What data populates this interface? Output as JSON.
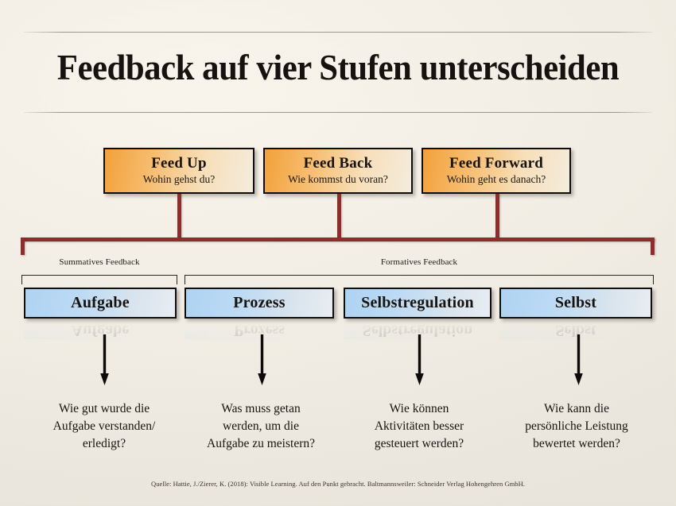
{
  "title": "Feedback auf vier Stufen unterscheiden",
  "colors": {
    "background": "#f4f0e7",
    "connector_red": "#8e2d2c",
    "orange_start": "#f2a13a",
    "orange_end": "#f4ecdd",
    "blue_start": "#aed3f2",
    "blue_end": "#e8edf2",
    "border_black": "#110f0d",
    "rule_gray": "#8c8880"
  },
  "top_boxes": [
    {
      "title": "Feed Up",
      "subtitle": "Wohin gehst du?"
    },
    {
      "title": "Feed Back",
      "subtitle": "Wie kommst du voran?"
    },
    {
      "title": "Feed Forward",
      "subtitle": "Wohin geht es danach?"
    }
  ],
  "group_labels": [
    {
      "label": "Summatives Feedback"
    },
    {
      "label": "Formatives Feedback"
    }
  ],
  "level_boxes": [
    {
      "title": "Aufgabe"
    },
    {
      "title": "Prozess"
    },
    {
      "title": "Selbstregulation"
    },
    {
      "title": "Selbst"
    }
  ],
  "questions": [
    {
      "line1": "Wie gut wurde die",
      "line2": "Aufgabe verstanden/",
      "line3": "erledigt?"
    },
    {
      "line1": "Was muss getan",
      "line2": "werden, um die",
      "line3": "Aufgabe zu meistern?"
    },
    {
      "line1": "Wie können",
      "line2": "Aktivitäten besser",
      "line3": "gesteuert werden?"
    },
    {
      "line1": "Wie kann die",
      "line2": "persönliche Leistung",
      "line3": "bewertet werden?"
    }
  ],
  "source": "Quelle: Hattie, J./Zierer, K. (2018): Visible Learning. Auf den Punkt gebracht. Baltmannsweiler: Schneider Verlag Hohengehren GmbH.",
  "icons": {
    "down_arrow": "down-arrow-icon"
  }
}
